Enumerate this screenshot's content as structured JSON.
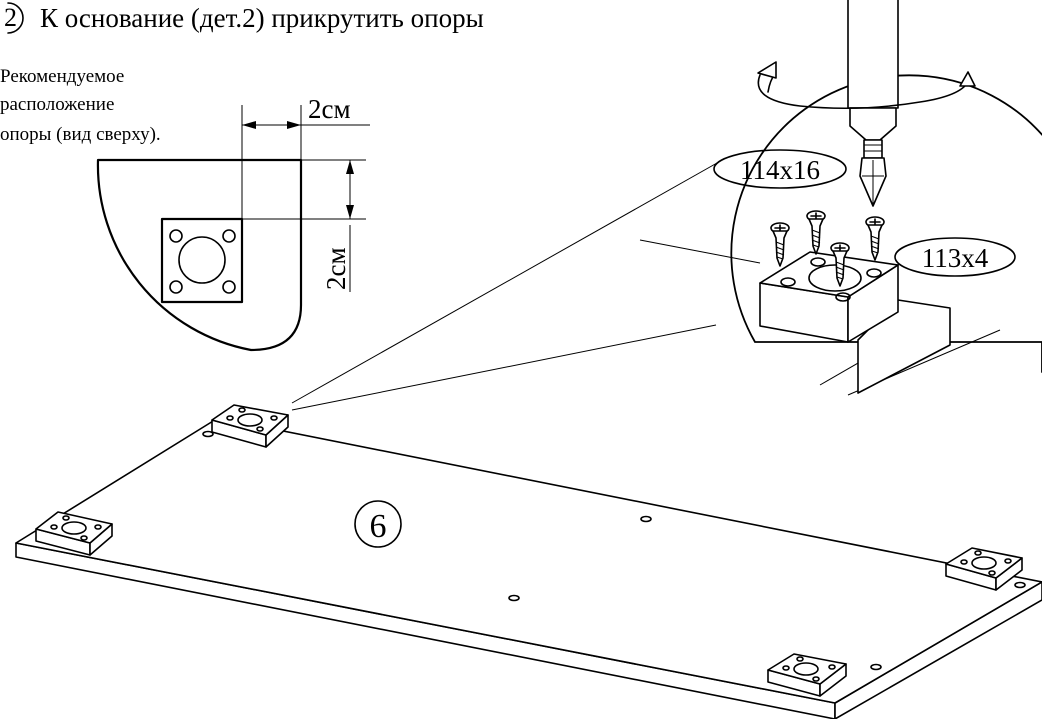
{
  "step": {
    "number": "2",
    "title": "К основание (дет.2) прикрутить опоры"
  },
  "inset_note": {
    "lines": [
      "Рекомендуемое",
      "расположение",
      "опоры (вид сверху)."
    ]
  },
  "dimensions": {
    "horizontal": "2см",
    "vertical": "2см"
  },
  "callouts": {
    "screw_a": "114x16",
    "screw_b": "113x4",
    "part_number": "6"
  }
}
